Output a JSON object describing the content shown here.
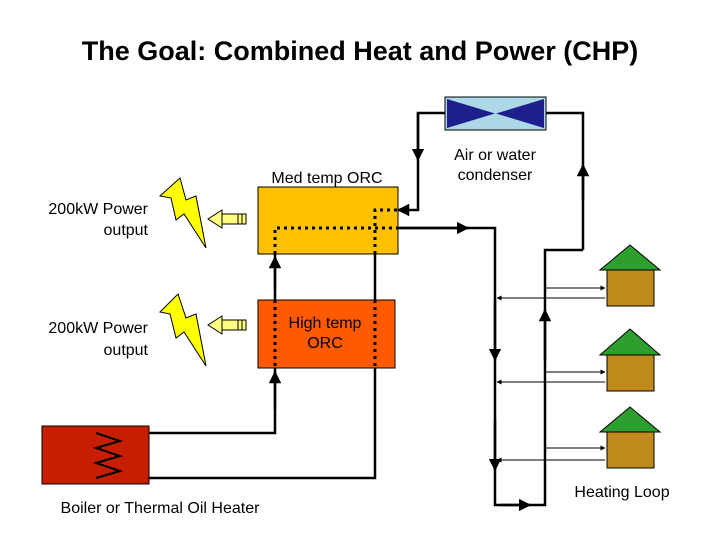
{
  "title": "The Goal:  Combined Heat and Power (CHP)",
  "power_output_top": [
    "200kW Power",
    "output"
  ],
  "power_output_bottom": [
    "200kW Power",
    "output"
  ],
  "med_orc_label": "Med temp ORC",
  "high_orc_label": [
    "High temp",
    "ORC"
  ],
  "condenser_label": [
    "Air or water",
    "condenser"
  ],
  "boiler_label": "Boiler or Thermal Oil Heater",
  "heating_loop_label": "Heating Loop",
  "colors": {
    "med_orc": "#FFC000",
    "high_orc": "#FF5A00",
    "boiler": "#C81E00",
    "condenser_fill": "#ADD8E6",
    "condenser_triangles": "#1E1E8C",
    "lightning": "#FFFF00",
    "house_roof": "#2E9E2E",
    "house_body": "#C08A1C"
  }
}
